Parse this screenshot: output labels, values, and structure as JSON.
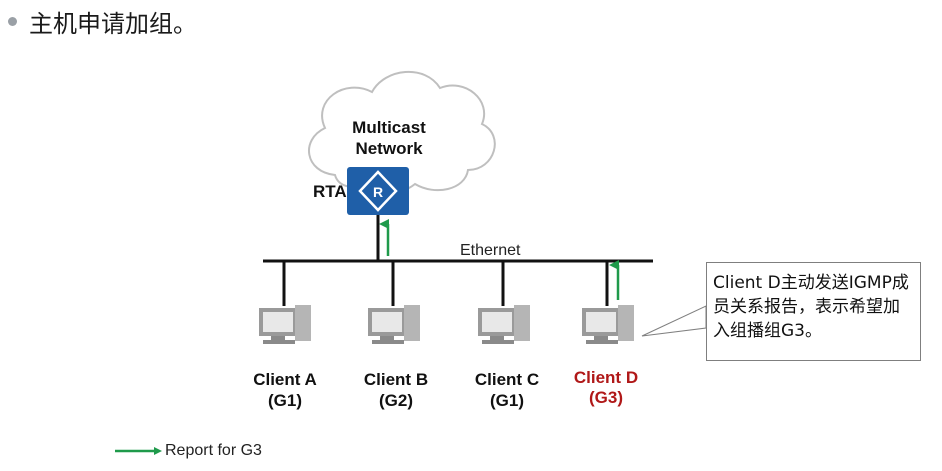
{
  "heading": {
    "text": "主机申请加组。"
  },
  "diagram": {
    "cloud_label_line1": "Multicast",
    "cloud_label_line2": "Network",
    "router_label": "RTA",
    "router_symbol": "R",
    "ethernet_label": "Ethernet",
    "clients": [
      {
        "name": "Client A",
        "group": "(G1)",
        "color": "#111111"
      },
      {
        "name": "Client B",
        "group": "(G2)",
        "color": "#111111"
      },
      {
        "name": "Client C",
        "group": "(G1)",
        "color": "#111111"
      },
      {
        "name": "Client D",
        "group": "(G3)",
        "color": "#b01818"
      }
    ],
    "callout_text": "Client D主动发送IGMP成员关系报告，表示希望加入组播组G3。",
    "legend_label": "Report for G3",
    "colors": {
      "router": "#1f5fa8",
      "report_arrow": "#1f9a4b",
      "highlight": "#b01818"
    }
  }
}
